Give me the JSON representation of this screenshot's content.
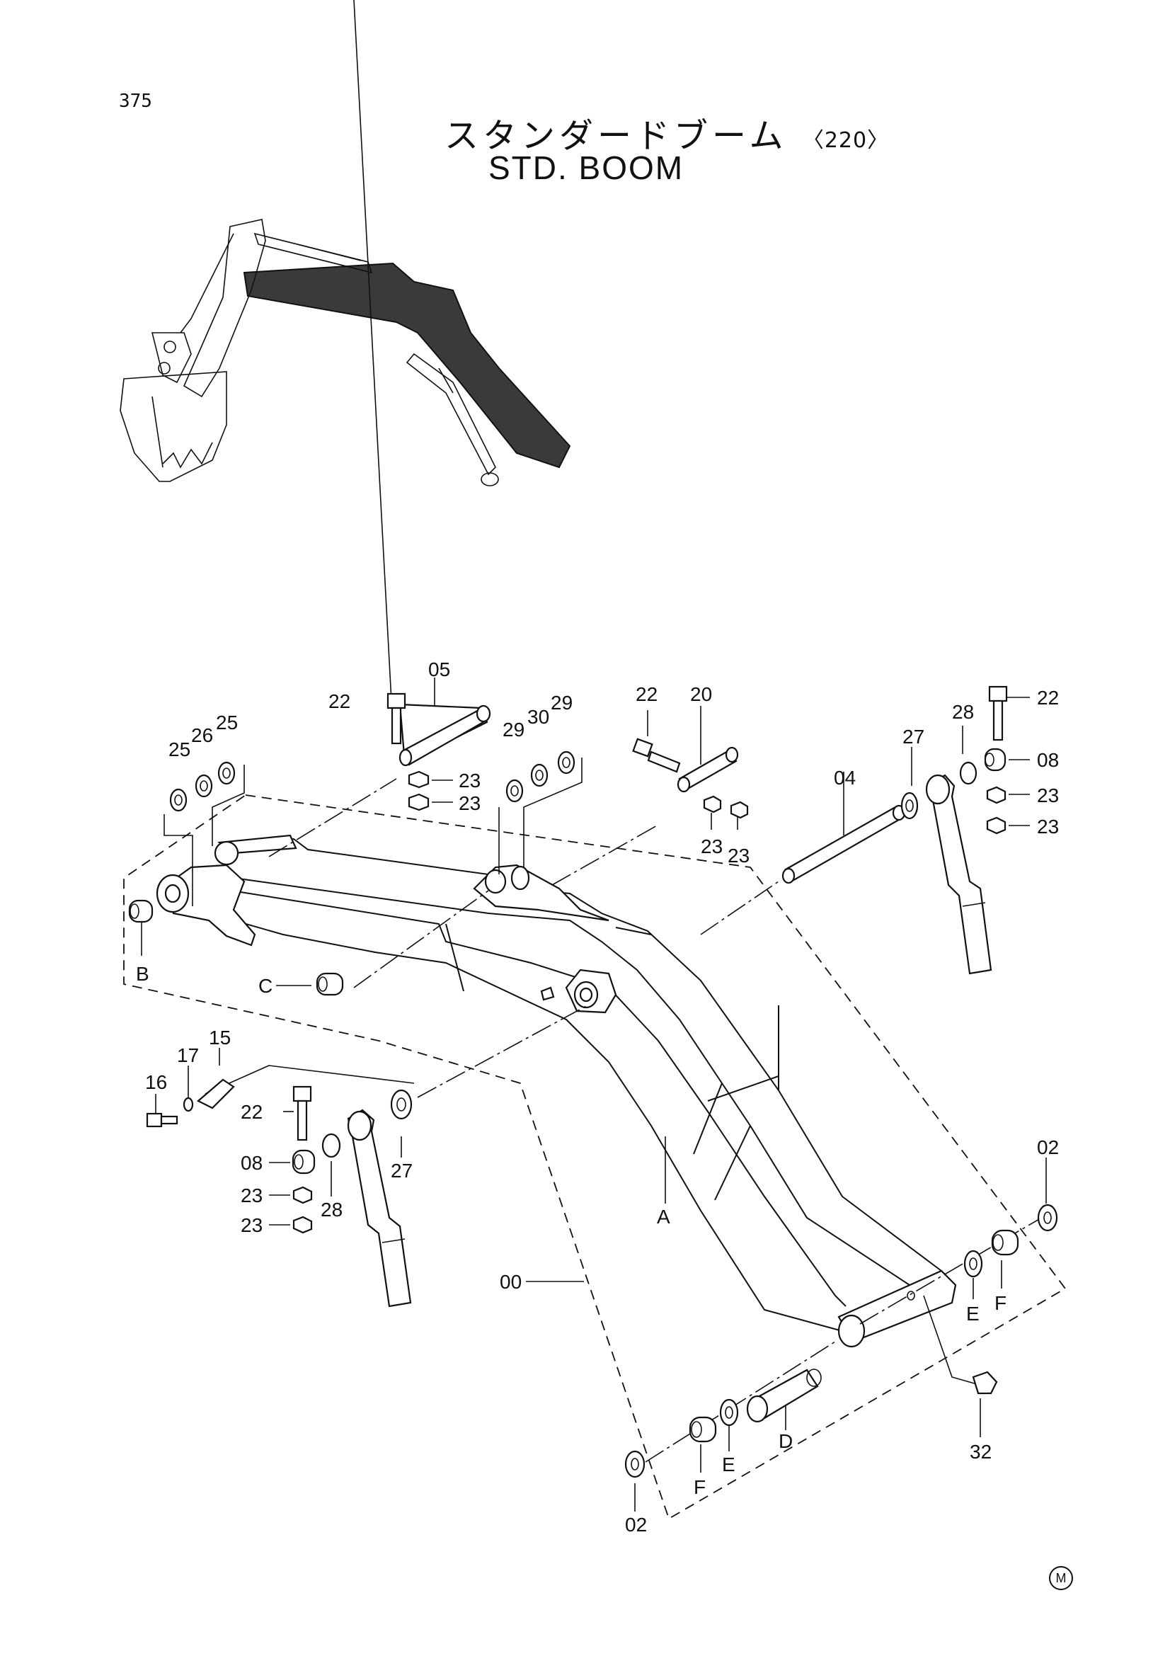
{
  "page": {
    "number": "375",
    "title_jp": "スタンダードブーム",
    "title_variant": "〈220〉",
    "title_en": "STD. BOOM",
    "corner_mark": "M"
  },
  "callouts": {
    "c_05": "05",
    "c_22a": "22",
    "c_25a": "25",
    "c_26": "26",
    "c_25b": "25",
    "c_23a": "23",
    "c_23b": "23",
    "c_29a": "29",
    "c_30": "30",
    "c_29b": "29",
    "c_22b": "22",
    "c_20": "20",
    "c_23c": "23",
    "c_23d": "23",
    "c_04": "04",
    "c_27a": "27",
    "c_28a": "28",
    "c_22c": "22",
    "c_08a": "08",
    "c_23e": "23",
    "c_23f": "23",
    "c_B": "B",
    "c_C": "C",
    "c_16": "16",
    "c_17": "17",
    "c_15": "15",
    "c_22d": "22",
    "c_08b": "08",
    "c_23g": "23",
    "c_23h": "23",
    "c_28b": "28",
    "c_27b": "27",
    "c_A": "A",
    "c_00": "00",
    "c_02a": "02",
    "c_E1": "E",
    "c_F1": "F",
    "c_32": "32",
    "c_D": "D",
    "c_E2": "E",
    "c_F2": "F",
    "c_02b": "02"
  }
}
